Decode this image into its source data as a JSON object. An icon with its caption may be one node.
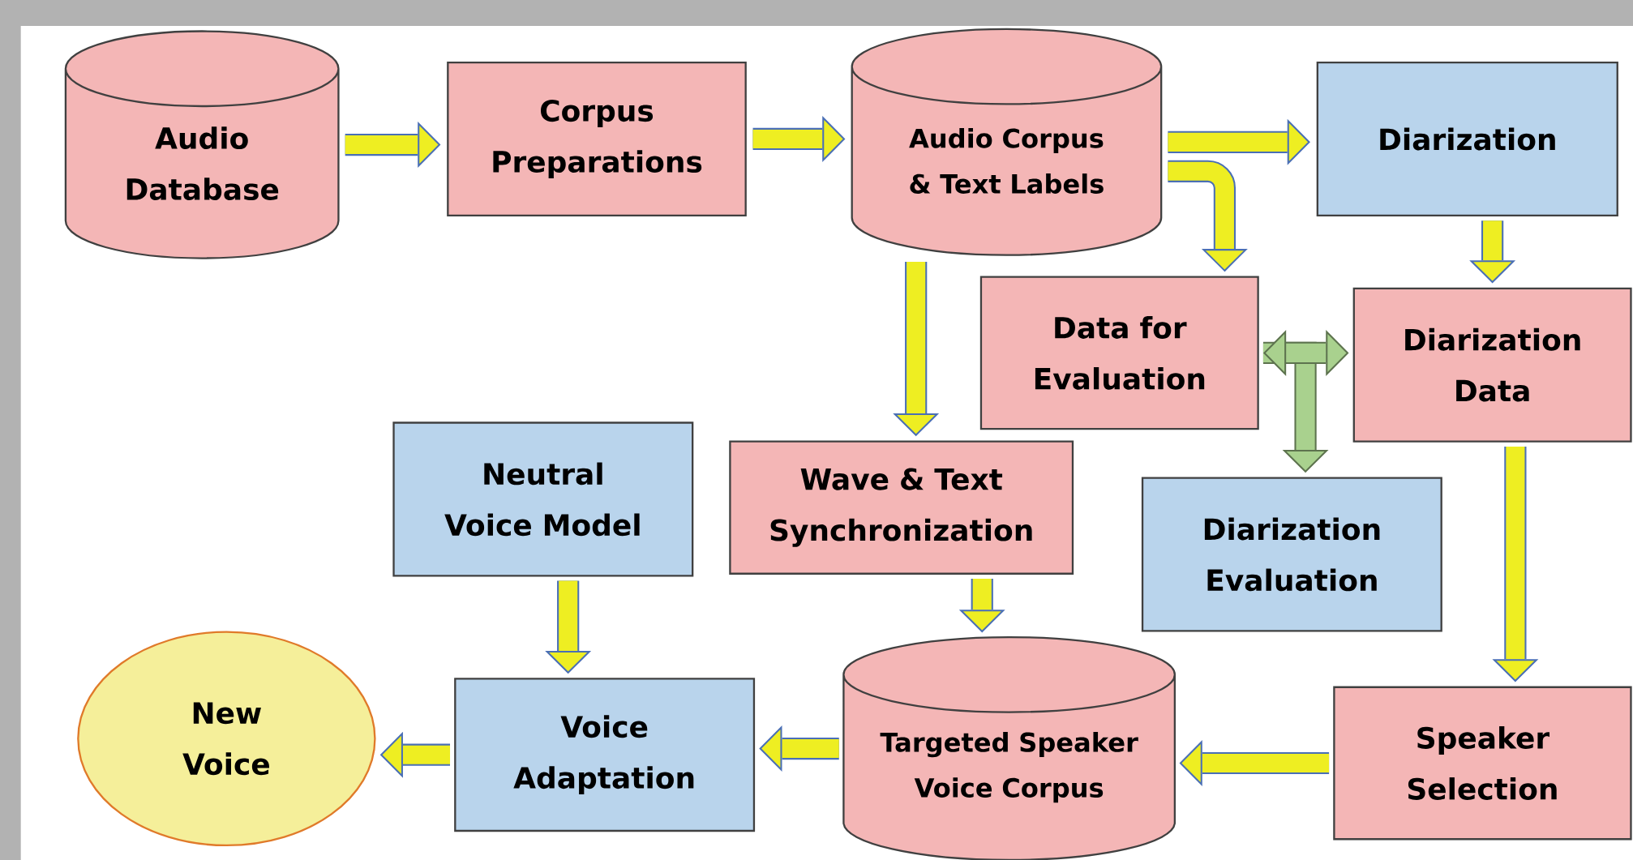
{
  "diagram": {
    "nodes": [
      {
        "text": [
          "Audio Database"
        ]
      },
      {
        "text": [
          "Corpus Preparations"
        ]
      },
      {
        "text": [
          "Audio Corpus & Text Labels"
        ]
      },
      {
        "text": [
          "Diarization"
        ]
      },
      {
        "text": [
          "Data for Evaluation"
        ]
      },
      {
        "text": [
          "Diarization Data"
        ]
      },
      {
        "text": [
          "Neutral Voice Model"
        ]
      },
      {
        "text": [
          "Wave & Text Synchronization"
        ]
      },
      {
        "text": [
          "Diarization Evaluation"
        ]
      },
      {
        "text": [
          "New Voice"
        ]
      },
      {
        "text": [
          "Voice Adaptation"
        ]
      },
      {
        "text": [
          "Targeted Speaker Voice Corpus"
        ]
      },
      {
        "text": [
          "Speaker Selection"
        ]
      }
    ],
    "edges": [
      {
        "from": 0,
        "to": 1,
        "arrow": "to"
      },
      {
        "from": 1,
        "to": 2,
        "arrow": "to"
      },
      {
        "from": 2,
        "to": 3,
        "arrow": "to"
      },
      {
        "from": 2,
        "to": 4,
        "arrow": "to"
      },
      {
        "from": 2,
        "to": 7,
        "arrow": "to"
      },
      {
        "from": 3,
        "to": 5,
        "arrow": "to"
      },
      {
        "from": 4,
        "to": 8,
        "arrow": "to",
        "color": "#a9d18e"
      },
      {
        "from": 4,
        "to": 5,
        "arrow": "both",
        "color": "#a9d18e"
      },
      {
        "from": 5,
        "to": 12,
        "arrow": "to"
      },
      {
        "from": 12,
        "to": 11,
        "arrow": "to"
      },
      {
        "from": 7,
        "to": 11,
        "arrow": "to"
      },
      {
        "from": 6,
        "to": 10,
        "arrow": "to"
      },
      {
        "from": 11,
        "to": 10,
        "arrow": "to"
      },
      {
        "from": 10,
        "to": 9,
        "arrow": "to"
      }
    ]
  }
}
